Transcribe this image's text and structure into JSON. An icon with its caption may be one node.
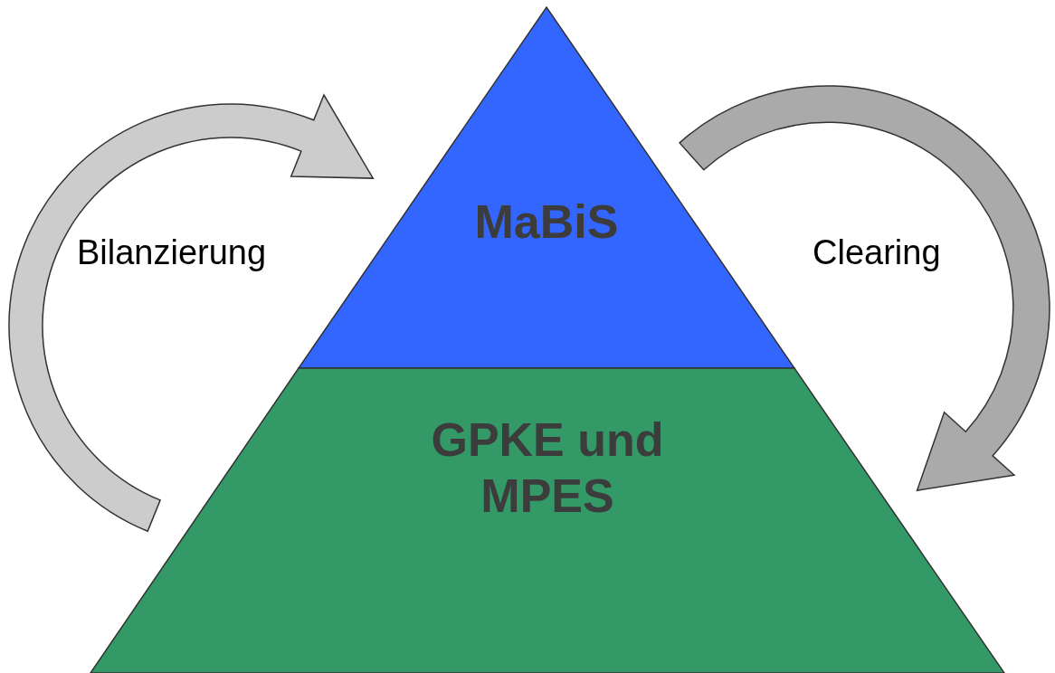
{
  "diagram": {
    "nodes": [
      {
        "text": [
          "MaBiS"
        ]
      },
      {
        "text": [
          "GPKE und MPES"
        ]
      }
    ],
    "edges": [
      {
        "from": 1,
        "to": 0,
        "arrow": "to",
        "label": "Bilanzierung"
      },
      {
        "from": 0,
        "to": 1,
        "arrow": "to",
        "label": "Clearing"
      }
    ]
  }
}
